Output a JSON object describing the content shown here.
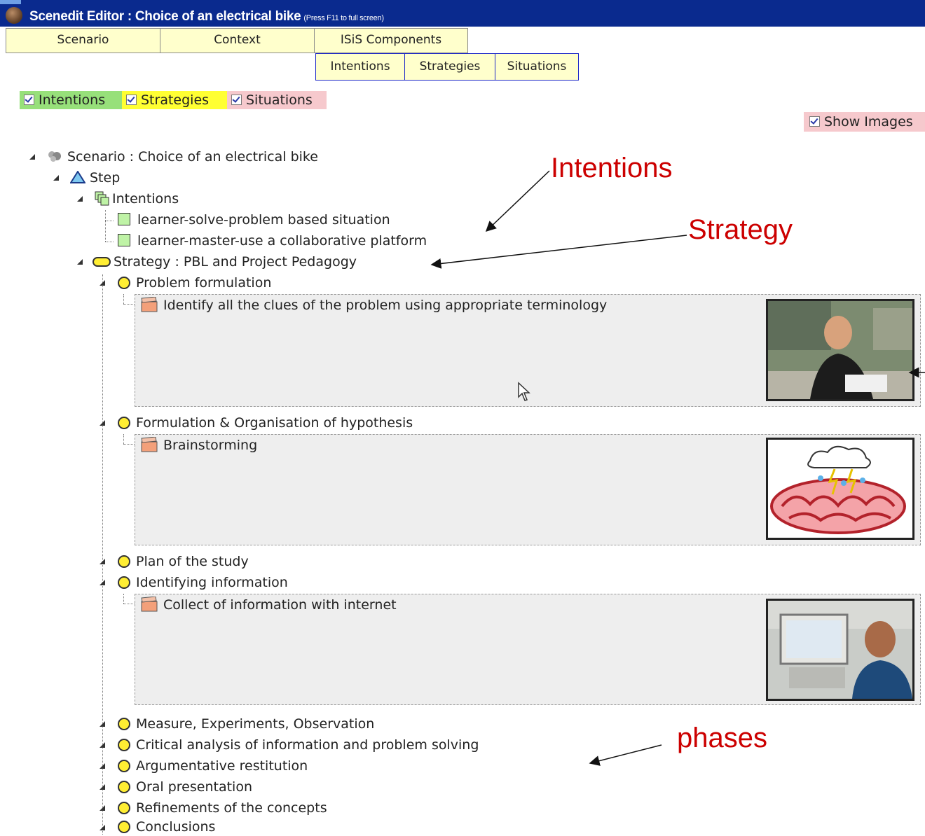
{
  "window": {
    "title": "Scenedit Editor : Choice of an electrical bike",
    "hint": "(Press F11 to full screen)"
  },
  "tabs": {
    "scenario": "Scenario",
    "context": "Context",
    "isis": "ISiS Components",
    "intentions": "Intentions",
    "strategies": "Strategies",
    "situations": "Situations"
  },
  "filters": {
    "intentions": "Intentions",
    "strategies": "Strategies",
    "situations": "Situations",
    "show_images": "Show Images",
    "colors": {
      "intentions": "#97e07a",
      "strategies": "#ffff33",
      "situations": "#f6c9cd"
    }
  },
  "tree": {
    "scenario": "Scenario : Choice of an electrical bike",
    "step": "Step",
    "intentions": "Intentions",
    "intention_items": [
      "learner-solve-problem based situation",
      "learner-master-use a collaborative platform"
    ],
    "strategy": "Strategy : PBL and Project Pedagogy",
    "phases": [
      "Problem formulation",
      "Formulation & Organisation of hypothesis",
      "Plan of the study",
      "Identifying information",
      "Measure, Experiments, Observation",
      "Critical analysis of information and problem solving",
      "Argumentative restitution",
      "Oral presentation",
      "Refinements of the concepts",
      "Conclusions"
    ],
    "situations": [
      "Identify all the clues of the problem using appropriate terminology",
      "Brainstorming",
      "Collect of information with internet"
    ]
  },
  "annotations": {
    "intentions": "Intentions",
    "strategy": "Strategy",
    "phases": "phases"
  }
}
